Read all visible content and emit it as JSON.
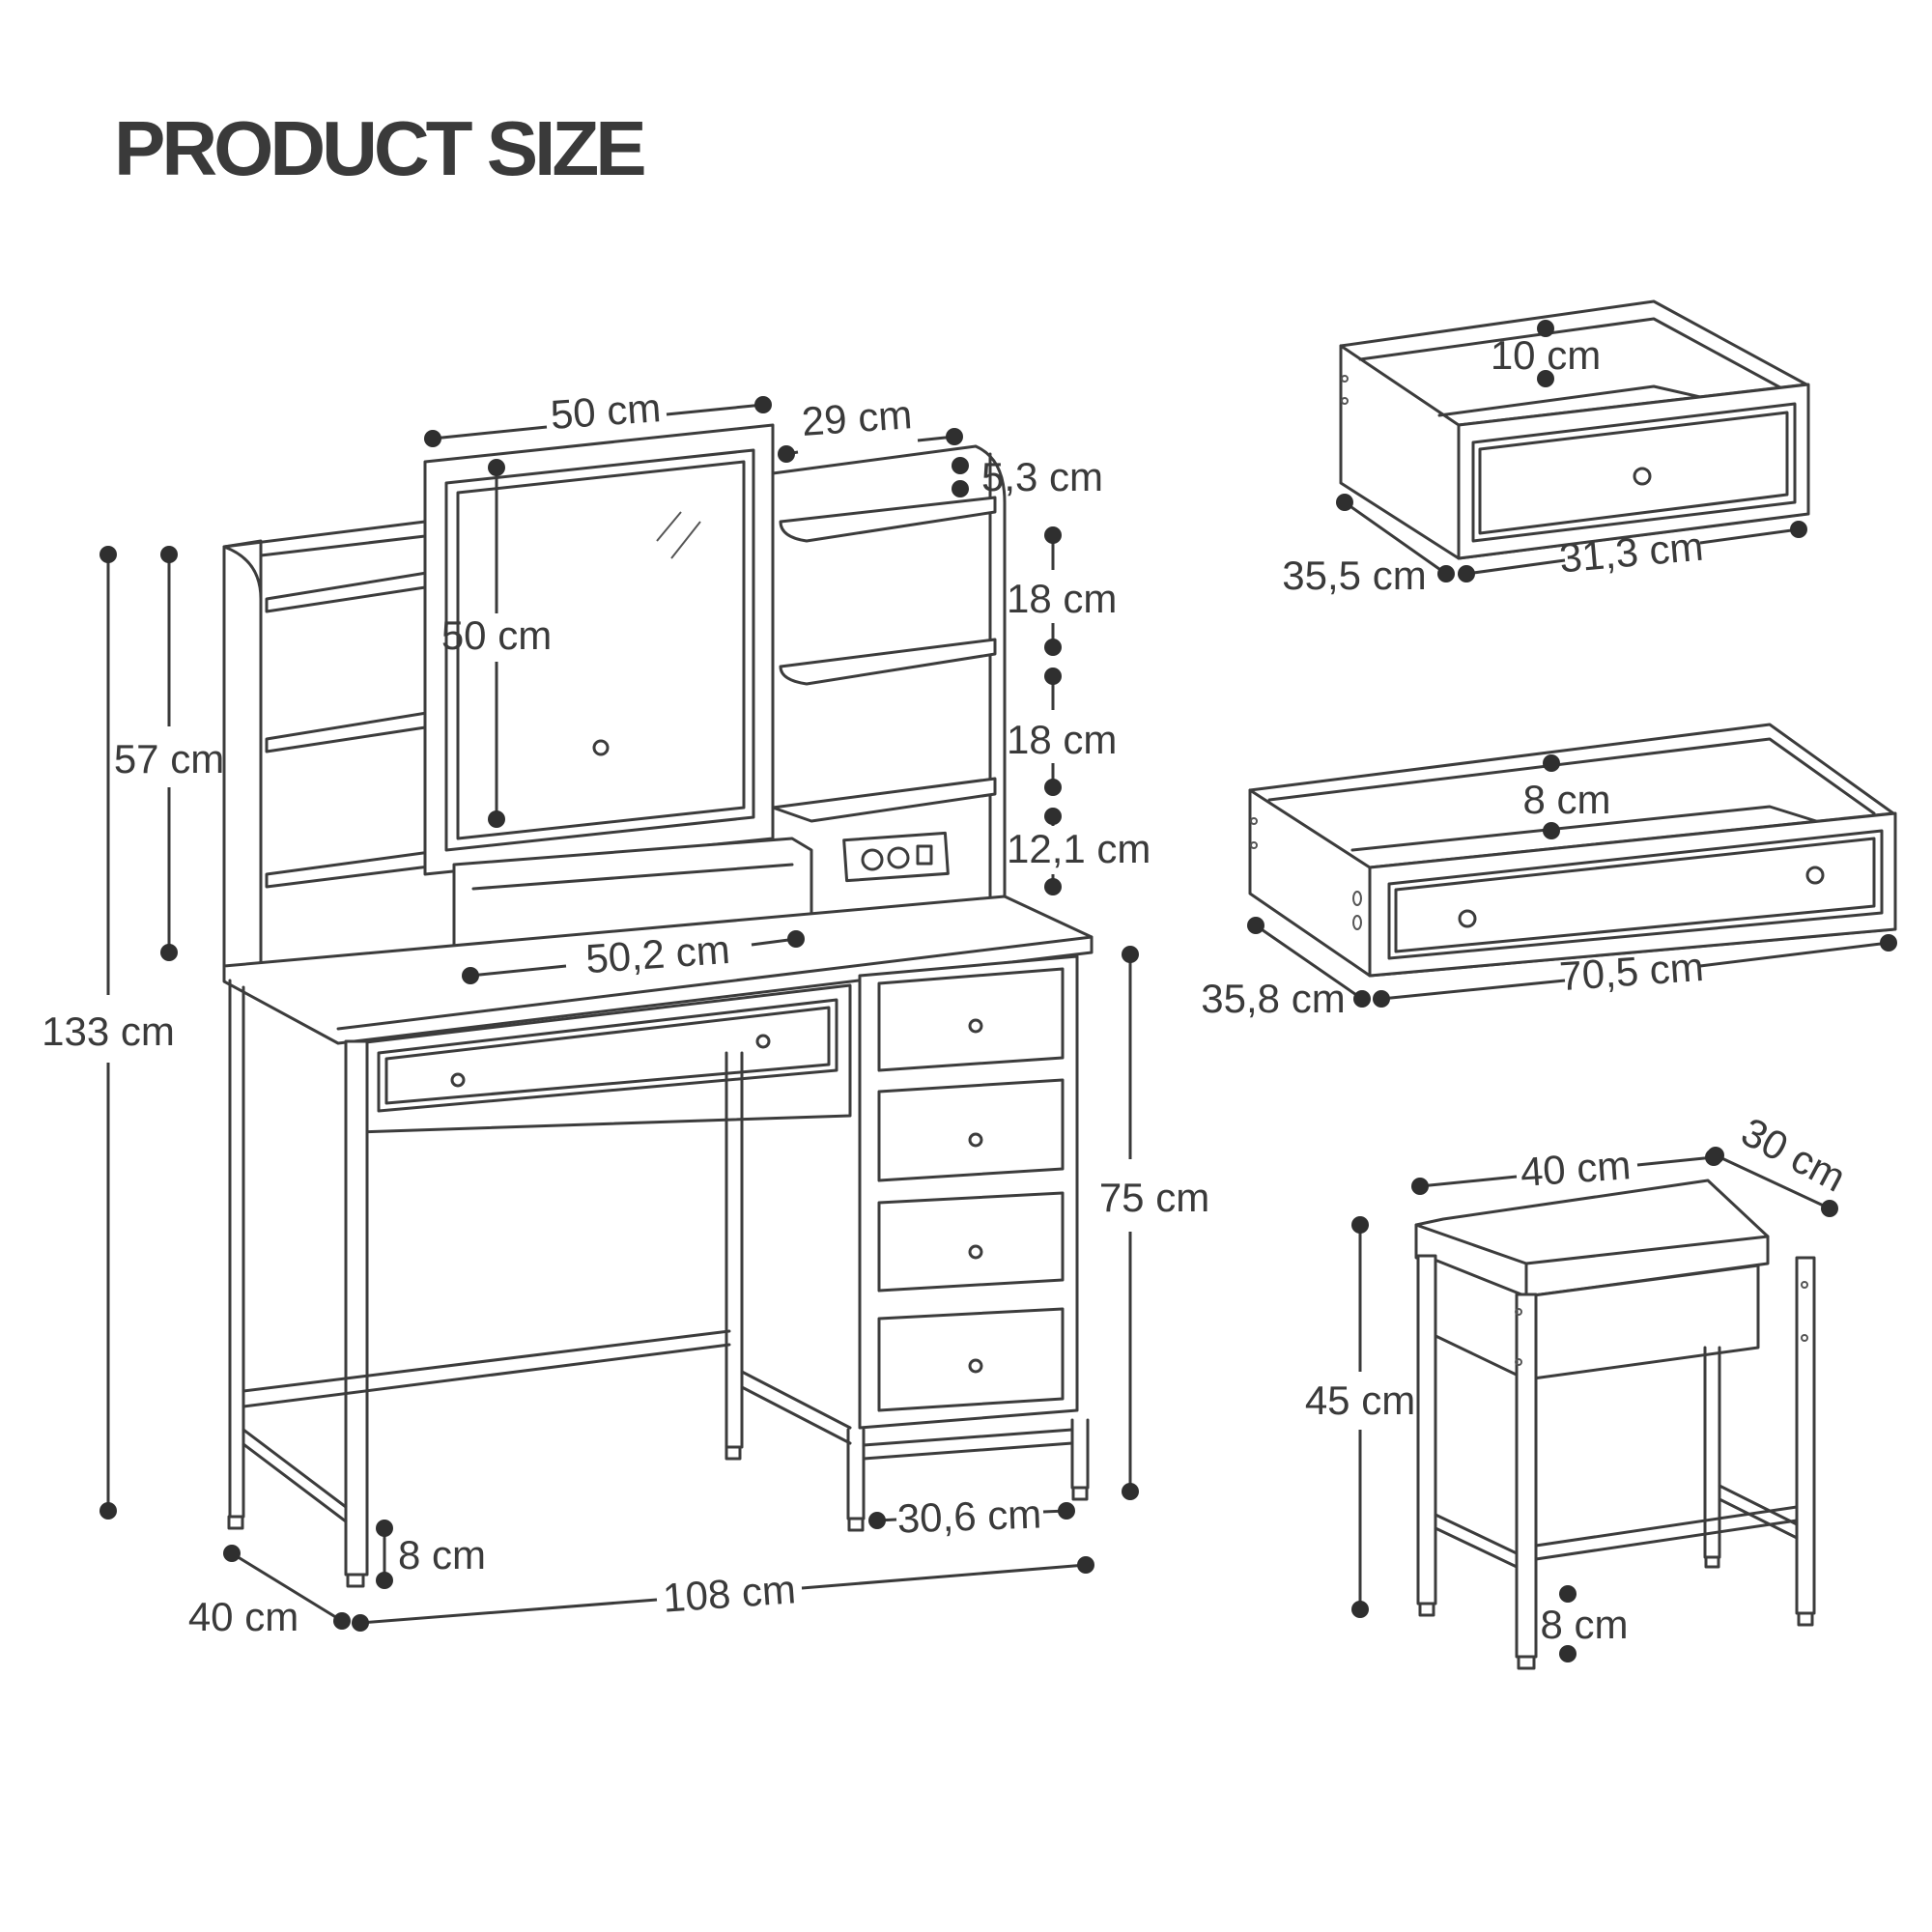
{
  "title": "PRODUCT SIZE",
  "vanity": {
    "mirror_width": "50 cm",
    "mirror_height": "50 cm",
    "side_shelf_width": "29 cm",
    "top_offset": "5,3 cm",
    "shelf_gap_1": "18 cm",
    "shelf_gap_2": "18 cm",
    "shelf_gap_3": "12,1 cm",
    "hutch_height": "57 cm",
    "total_height": "133 cm",
    "desk_height": "75 cm",
    "mirror_base_width": "50,2 cm",
    "drawer_column_width": "30,6 cm",
    "leg_clearance": "8 cm",
    "total_width": "108 cm",
    "depth": "40 cm"
  },
  "small_drawer": {
    "height": "10 cm",
    "depth": "35,5 cm",
    "width": "31,3 cm"
  },
  "large_drawer": {
    "height": "8 cm",
    "depth": "35,8 cm",
    "width": "70,5 cm"
  },
  "stool": {
    "width": "40 cm",
    "depth": "30 cm",
    "height": "45 cm",
    "leg_clearance": "8 cm"
  }
}
